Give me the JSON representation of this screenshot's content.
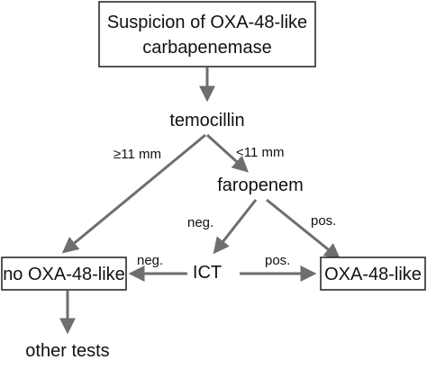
{
  "nodes": {
    "suspicion": {
      "line1": "Suspicion of OXA-48-like",
      "line2": "carbapenemase"
    },
    "temocillin": "temocillin",
    "faropenem": "faropenem",
    "ict": "ICT",
    "no_oxa": "no OXA-48-like",
    "oxa": "OXA-48-like",
    "other_tests": "other tests"
  },
  "edges": {
    "temocillin_ge11": "≥11 mm",
    "temocillin_lt11": "<11 mm",
    "faropenem_neg": "neg.",
    "faropenem_pos": "pos.",
    "ict_neg": "neg.",
    "ict_pos": "pos."
  },
  "colors": {
    "arrow": "#6e6e6e",
    "box_border": "#2b2b2b",
    "text": "#111111"
  }
}
